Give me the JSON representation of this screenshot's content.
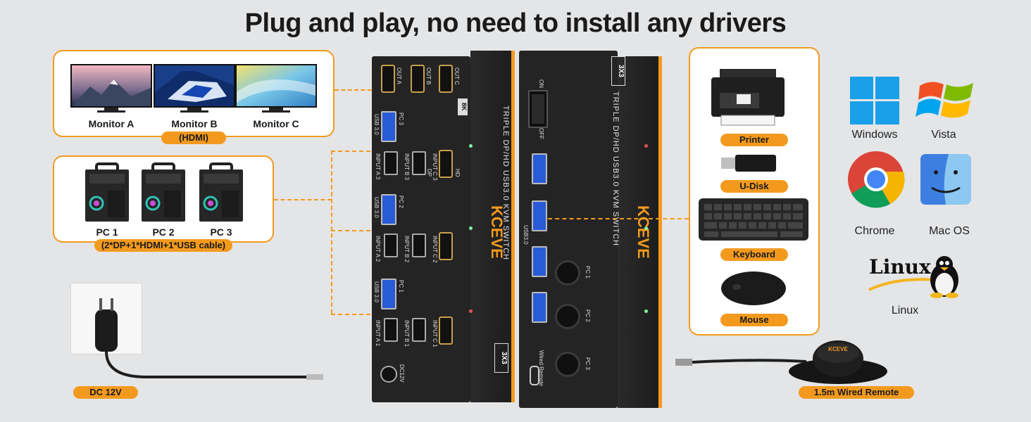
{
  "title": "Plug and play, no need to install any drivers",
  "monitors": {
    "items": [
      "Monitor A",
      "Monitor B",
      "Monitor C"
    ],
    "tag": "(HDMI)"
  },
  "pcs": {
    "items": [
      "PC 1",
      "PC 2",
      "PC 3"
    ],
    "tag": "(2*DP+1*HDMI+1*USB cable)"
  },
  "power": {
    "tag": "DC 12V"
  },
  "peripherals": {
    "printer": "Printer",
    "udisk": "U-Disk",
    "keyboard": "Keyboard",
    "mouse": "Mouse"
  },
  "remote": {
    "tag": "1.5m Wired Remote",
    "logo": "KCEVE"
  },
  "os": {
    "windows": "Windows",
    "vista": "Vista",
    "chrome": "Chrome",
    "macos": "Mac OS",
    "linux": "Linux",
    "linux_logo": "Linux"
  },
  "device": {
    "brand": "KCEVE",
    "model": "TRIPLE DP/HD USB3.0 KVM SWITCH",
    "badge": "3X3",
    "res_badge": "8K",
    "back_ports": {
      "out_a": "OUT A",
      "out_b": "OUT B",
      "out_c": "OUT C",
      "usb_pc3": "PC 3",
      "usb_pc2": "PC 2",
      "usb_pc1": "PC 1",
      "usb30": "USB 3.0",
      "in_a3": "INPUT A 3",
      "in_b3": "INPUT B 3",
      "in_c3": "INPUT C 3",
      "in_a2": "INPUT A 2",
      "in_b2": "INPUT B 2",
      "in_c2": "INPUT C 2",
      "in_a1": "INPUT A 1",
      "in_b1": "INPUT B 1",
      "in_c1": "INPUT C 1",
      "hd": "HD",
      "dp": "DP",
      "dc12v": "DC12V"
    },
    "front": {
      "on": "ON",
      "off": "OFF",
      "pc1": "PC 1",
      "pc2": "PC 2",
      "pc3": "PC 3",
      "usb30": "USB3.0",
      "wired_remote": "Wired Remote"
    }
  },
  "colors": {
    "accent": "#f39a1e",
    "background": "#e4e5e7",
    "device": "#242424",
    "usb_blue": "#2a5bd7"
  }
}
